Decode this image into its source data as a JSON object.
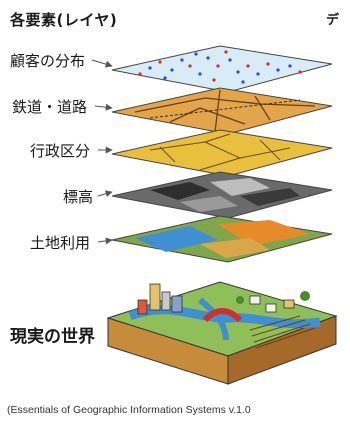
{
  "header": {
    "title": "各要素(レイヤ)",
    "title_right": "デ"
  },
  "layers": [
    {
      "label": "顧客の分布"
    },
    {
      "label": "鉄道・道路"
    },
    {
      "label": "行政区分"
    },
    {
      "label": "標高"
    },
    {
      "label": "土地利用"
    }
  ],
  "real_world": {
    "label": "現実の世界"
  },
  "caption": "(Essentials of Geographic Information Systems v.1.0",
  "colors": {
    "customers_bg": "#d8ecf7",
    "dot_red": "#d42a2a",
    "dot_blue": "#2a4fc4",
    "roads_bg": "#e3a54a",
    "admin_bg": "#e9c03e",
    "elev_dark": "#2e2e2e",
    "elev_light": "#bdbdbd",
    "land_blue": "#3f8fd2",
    "land_orange": "#e78a2a",
    "land_green": "#7fa64a"
  }
}
